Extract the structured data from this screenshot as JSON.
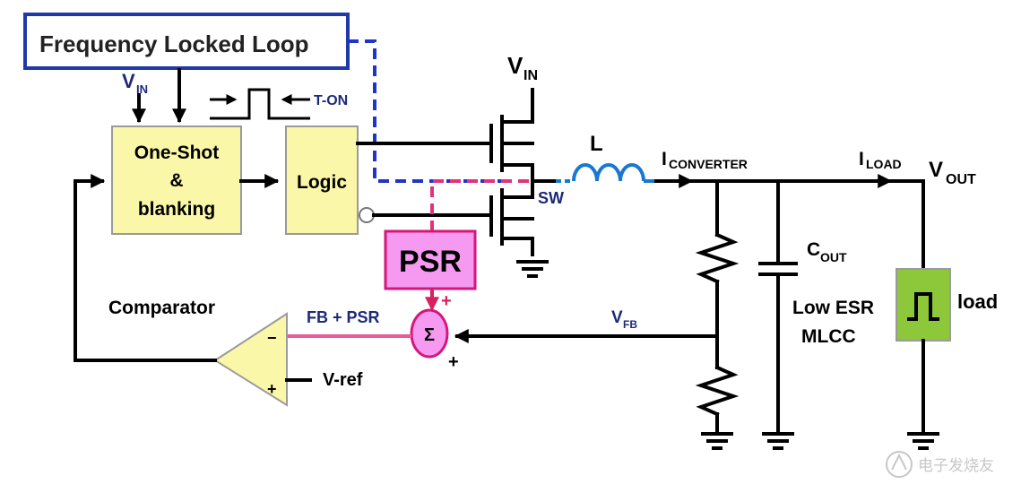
{
  "blocks": {
    "fll": "Frequency Locked Loop",
    "one_shot": [
      "One-Shot",
      "&",
      "blanking"
    ],
    "logic": "Logic",
    "psr": "PSR",
    "summer_symbol": "Σ"
  },
  "labels": {
    "vin_top": {
      "main": "V",
      "sub": "IN"
    },
    "vin_left": {
      "main": "V",
      "sub": "IN"
    },
    "t_on": "T-ON",
    "inductor": "L",
    "sw": "SW",
    "i_converter": {
      "main": "I",
      "sub": "CONVERTER"
    },
    "i_load": {
      "main": "I",
      "sub": "LOAD"
    },
    "v_out": {
      "main": "V",
      "sub": "OUT"
    },
    "c_out": {
      "main": "C",
      "sub": "OUT"
    },
    "low_esr": [
      "Low ESR",
      "MLCC"
    ],
    "load": "load",
    "comparator": "Comparator",
    "fb_psr": "FB + PSR",
    "v_fb": {
      "main": "V",
      "sub": "FB"
    },
    "v_ref": "V-ref",
    "minus": "−",
    "plus": "+",
    "psr_plus": "+",
    "sum_plus": "+"
  },
  "watermark": "电子发烧友",
  "colors": {
    "block_fill": "#fbf7a8",
    "block_border": "#9a9a9a",
    "fll_border": "#1f3aa8",
    "fll_dash": "#1f34c8",
    "psr_fill": "#f59af0",
    "psr_border": "#d6167a",
    "psr_dash": "#e2337a",
    "fb_line": "#e85a9a",
    "load_fill": "#8cc83a",
    "inductor": "#1a78d0",
    "label_navy": "#1c2a78"
  }
}
